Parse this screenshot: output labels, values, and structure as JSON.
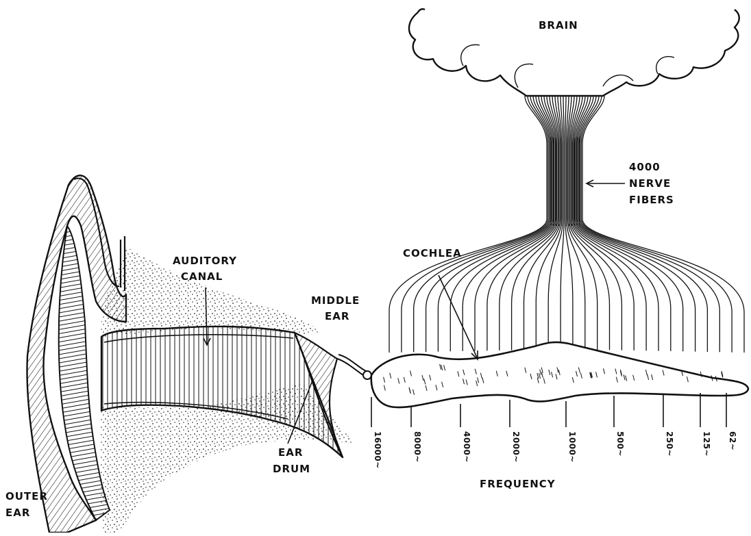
{
  "labels": {
    "brain": "BRAIN",
    "nerve_fibers": [
      "4000",
      "NERVE",
      "FIBERS"
    ],
    "auditory_canal": [
      "AUDITORY",
      "CANAL"
    ],
    "cochlea": "COCHLEA",
    "middle_ear": [
      "MIDDLE",
      "EAR"
    ],
    "ear_drum": [
      "EAR",
      "DRUM"
    ],
    "outer_ear": [
      "OUTER",
      "EAR"
    ],
    "frequency_axis": "FREQUENCY"
  },
  "frequency_ticks": [
    "16000~",
    "8000~",
    "4000~",
    "2000~",
    "1000~",
    "500~",
    "250~",
    "125~",
    "62~"
  ],
  "colors": {
    "ink": "#111111",
    "paper": "#ffffff"
  }
}
